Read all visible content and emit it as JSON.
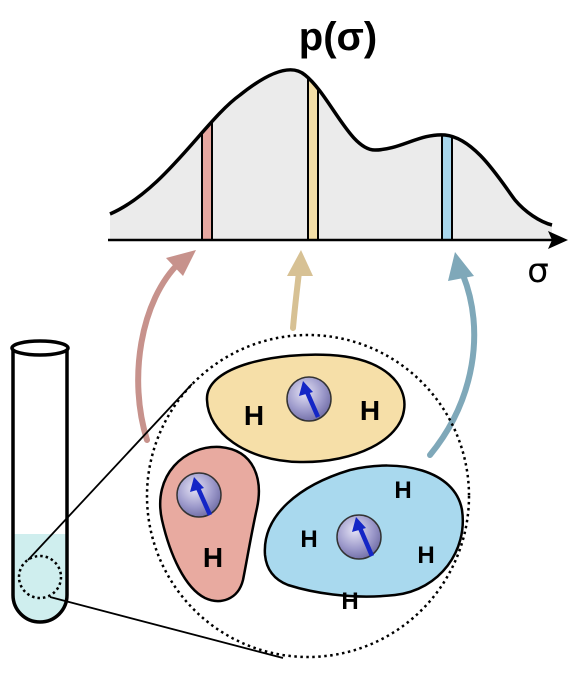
{
  "diagram": {
    "title": "p(σ)",
    "axis_label": "σ",
    "atom_label": "H",
    "colors": {
      "background": "#ffffff",
      "curve_fill": "#ebebeb",
      "outline": "#000000",
      "red_band": "#e7a7a0",
      "yellow_band": "#f3dea6",
      "blue_band": "#a8d6ec",
      "red_arrow": "#c7928c",
      "yellow_arrow": "#d7c194",
      "blue_arrow": "#7fa8b9",
      "red_molecule": "#e8aaa0",
      "yellow_molecule": "#f6dfa8",
      "blue_molecule": "#a9d9ee",
      "solution": "#cfeeee",
      "nucleus": "#8f8cc0",
      "spin_arrow": "#1426c6"
    }
  }
}
